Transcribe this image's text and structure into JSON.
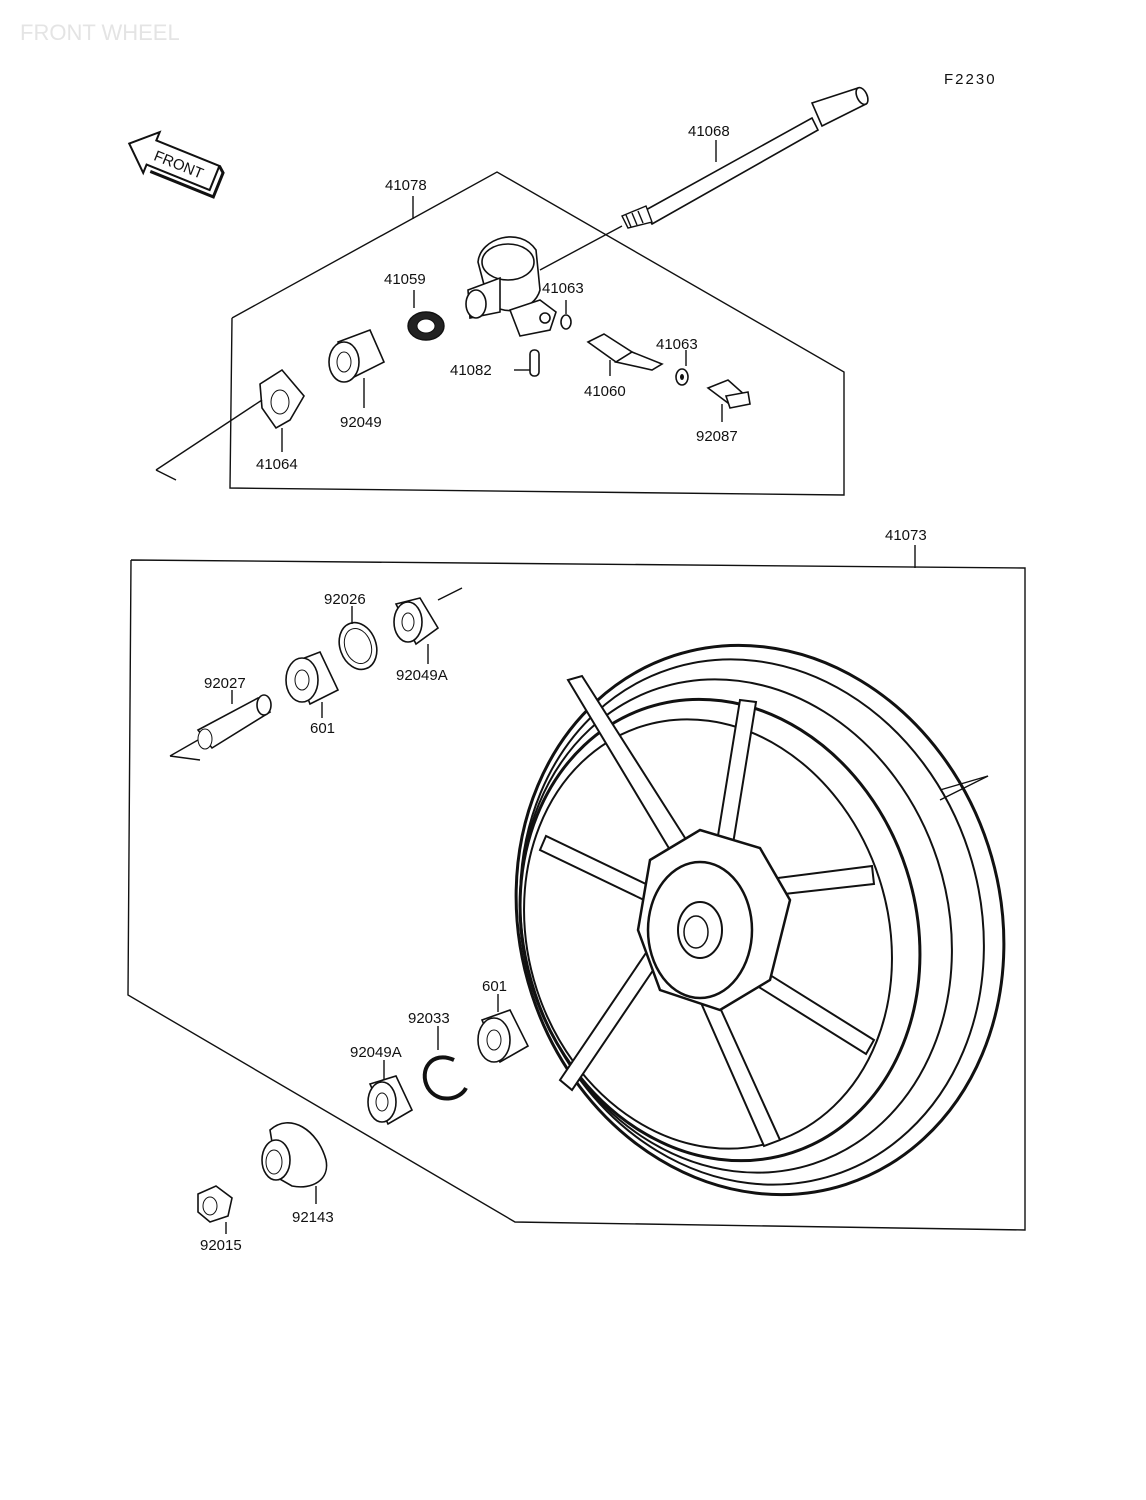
{
  "watermark": "FRONT WHEEL",
  "figure_code": "F2230",
  "front_arrow": "FRONT",
  "groups": {
    "upper": "41078",
    "lower": "41073"
  },
  "parts": {
    "axle": "41068",
    "gear_housing_pin": "41082",
    "gear_drive": "41059",
    "washer_upper": "41063",
    "washer_lower": "41063",
    "pinion": "41060",
    "fitting": "92087",
    "seal_upper": "92049",
    "retainer": "41064",
    "circlip_upper": "92026",
    "seal_a_upper": "92049A",
    "collar": "92027",
    "bearing_upper": "601",
    "bearing_lower": "601",
    "circlip_lower": "92033",
    "seal_a_lower": "92049A",
    "cap": "92143",
    "nut": "92015"
  }
}
